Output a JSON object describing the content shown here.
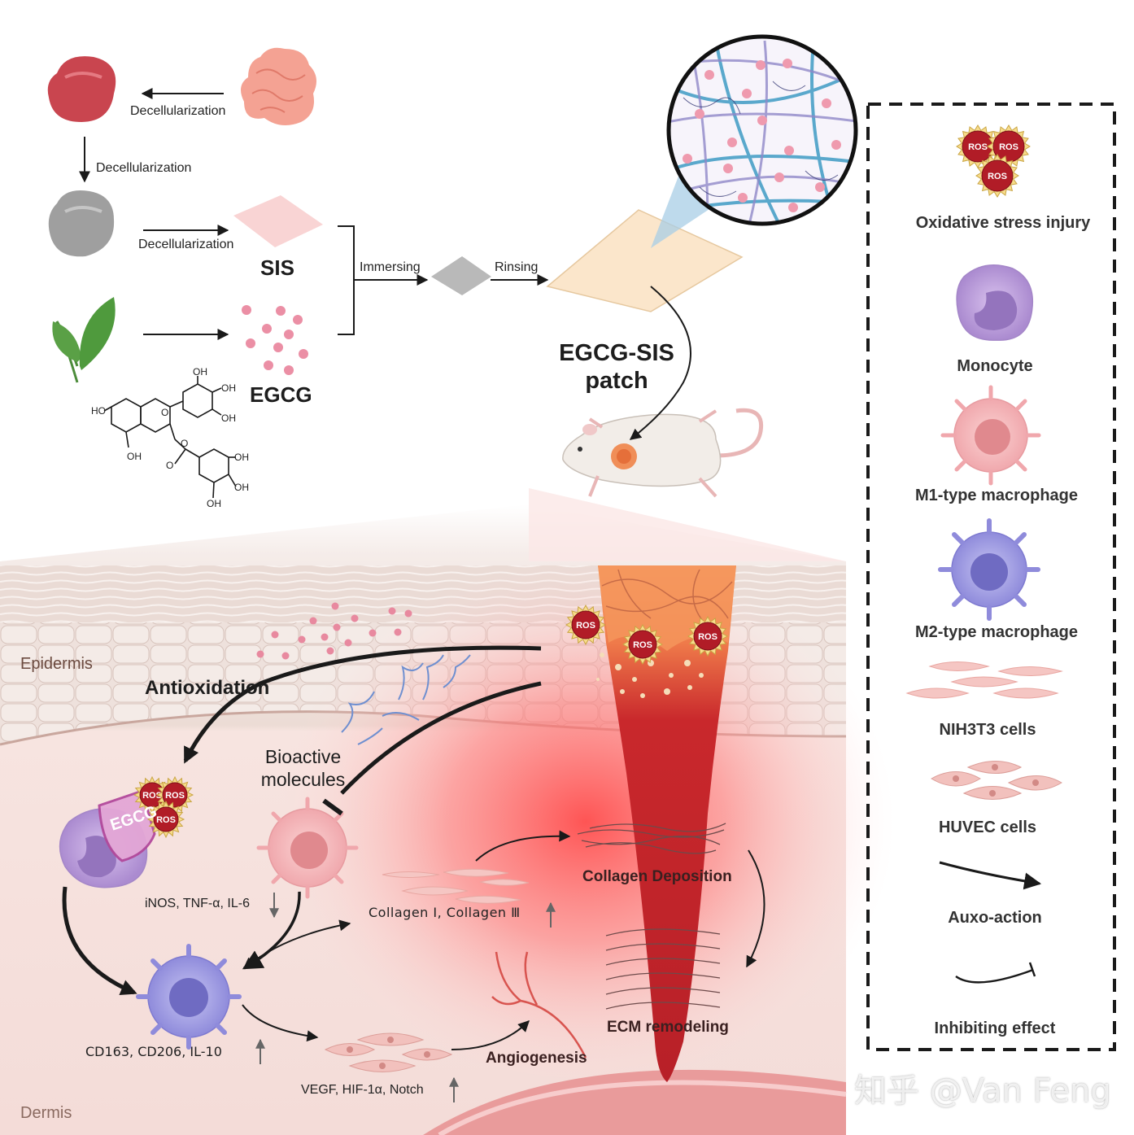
{
  "top": {
    "decell_1": "Decellularization",
    "decell_2": "Decellularization",
    "decell_3": "Decellularization",
    "sis": "SIS",
    "egcg": "EGCG",
    "immersing": "Immersing",
    "rinsing": "Rinsing",
    "patch_line1": "EGCG-SIS",
    "patch_line2": "patch"
  },
  "molecule": {
    "oh_labels": [
      "OH",
      "OH",
      "OH",
      "HO",
      "OH",
      "OH",
      "OH",
      "OH"
    ],
    "o_labels": [
      "O",
      "O",
      "O"
    ]
  },
  "tissue": {
    "epidermis": "Epidermis",
    "dermis": "Dermis",
    "antioxidation": "Antioxidation",
    "bioactive_line1": "Bioactive",
    "bioactive_line2": "molecules",
    "egcg_shield": "EGCG",
    "ros": "ROS",
    "inos": "iNOS, TNF-α, IL-6",
    "collagen_types": "Collagen Ⅰ, Collagen Ⅲ",
    "cd_markers": "CD163, CD206, IL-10",
    "vegf": "VEGF, HIF-1α, Notch",
    "collagen_dep": "Collagen Deposition",
    "ecm": "ECM remodeling",
    "angio": "Angiogenesis"
  },
  "legend": {
    "ros": "ROS",
    "oxidative": "Oxidative stress injury",
    "monocyte": "Monocyte",
    "m1": "M1-type macrophage",
    "m2": "M2-type macrophage",
    "nih": "NIH3T3 cells",
    "huvec": "HUVEC cells",
    "auxo": "Auxo-action",
    "inhibit": "Inhibiting effect"
  },
  "watermark": "知乎 @Van Feng",
  "colors": {
    "egcg_dot": "#e8899f",
    "ros_core": "#b11c27",
    "monocyte": "#b89ad6",
    "m1": "#f2b0b4",
    "m2": "#9c9ae0",
    "patch": "#f8e3c8",
    "wound": "#d63a3a"
  }
}
